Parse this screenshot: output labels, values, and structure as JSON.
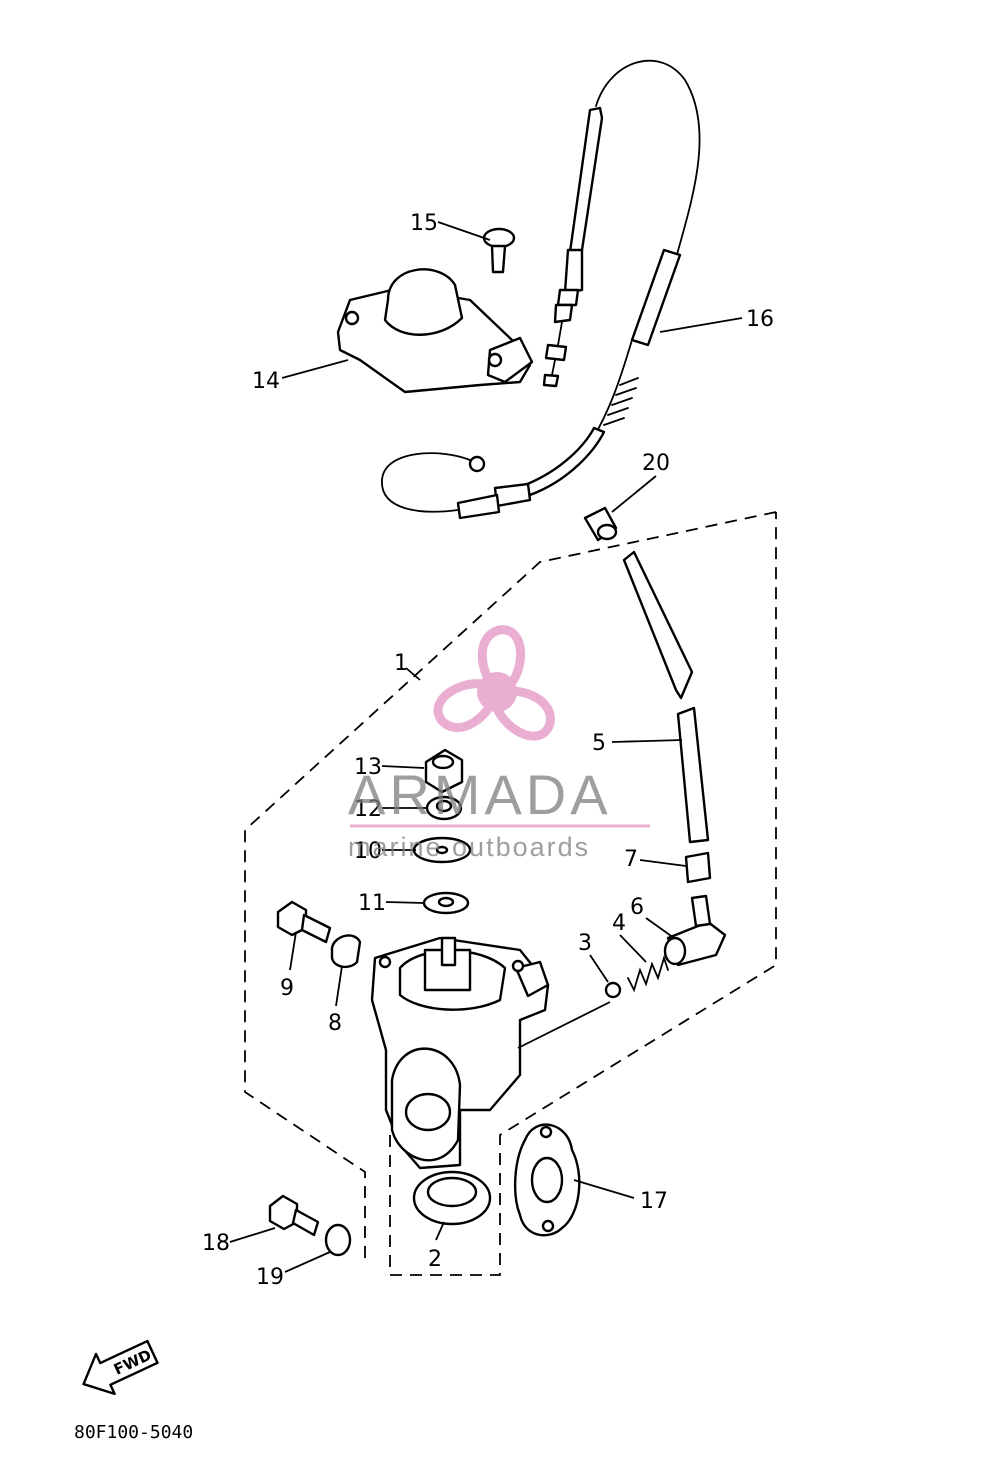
{
  "diagram": {
    "drawing_code": "80F100-5040",
    "fwd_label": "FWD",
    "callouts": [
      "1",
      "2",
      "3",
      "4",
      "5",
      "6",
      "7",
      "8",
      "9",
      "10",
      "11",
      "12",
      "13",
      "14",
      "15",
      "16",
      "17",
      "18",
      "19",
      "20"
    ]
  },
  "watermark": {
    "brand": "ARMADA",
    "tagline": "marine outboards",
    "logo_color": "#e9a6cf",
    "logo_hub_color": "#e9a6cf"
  }
}
